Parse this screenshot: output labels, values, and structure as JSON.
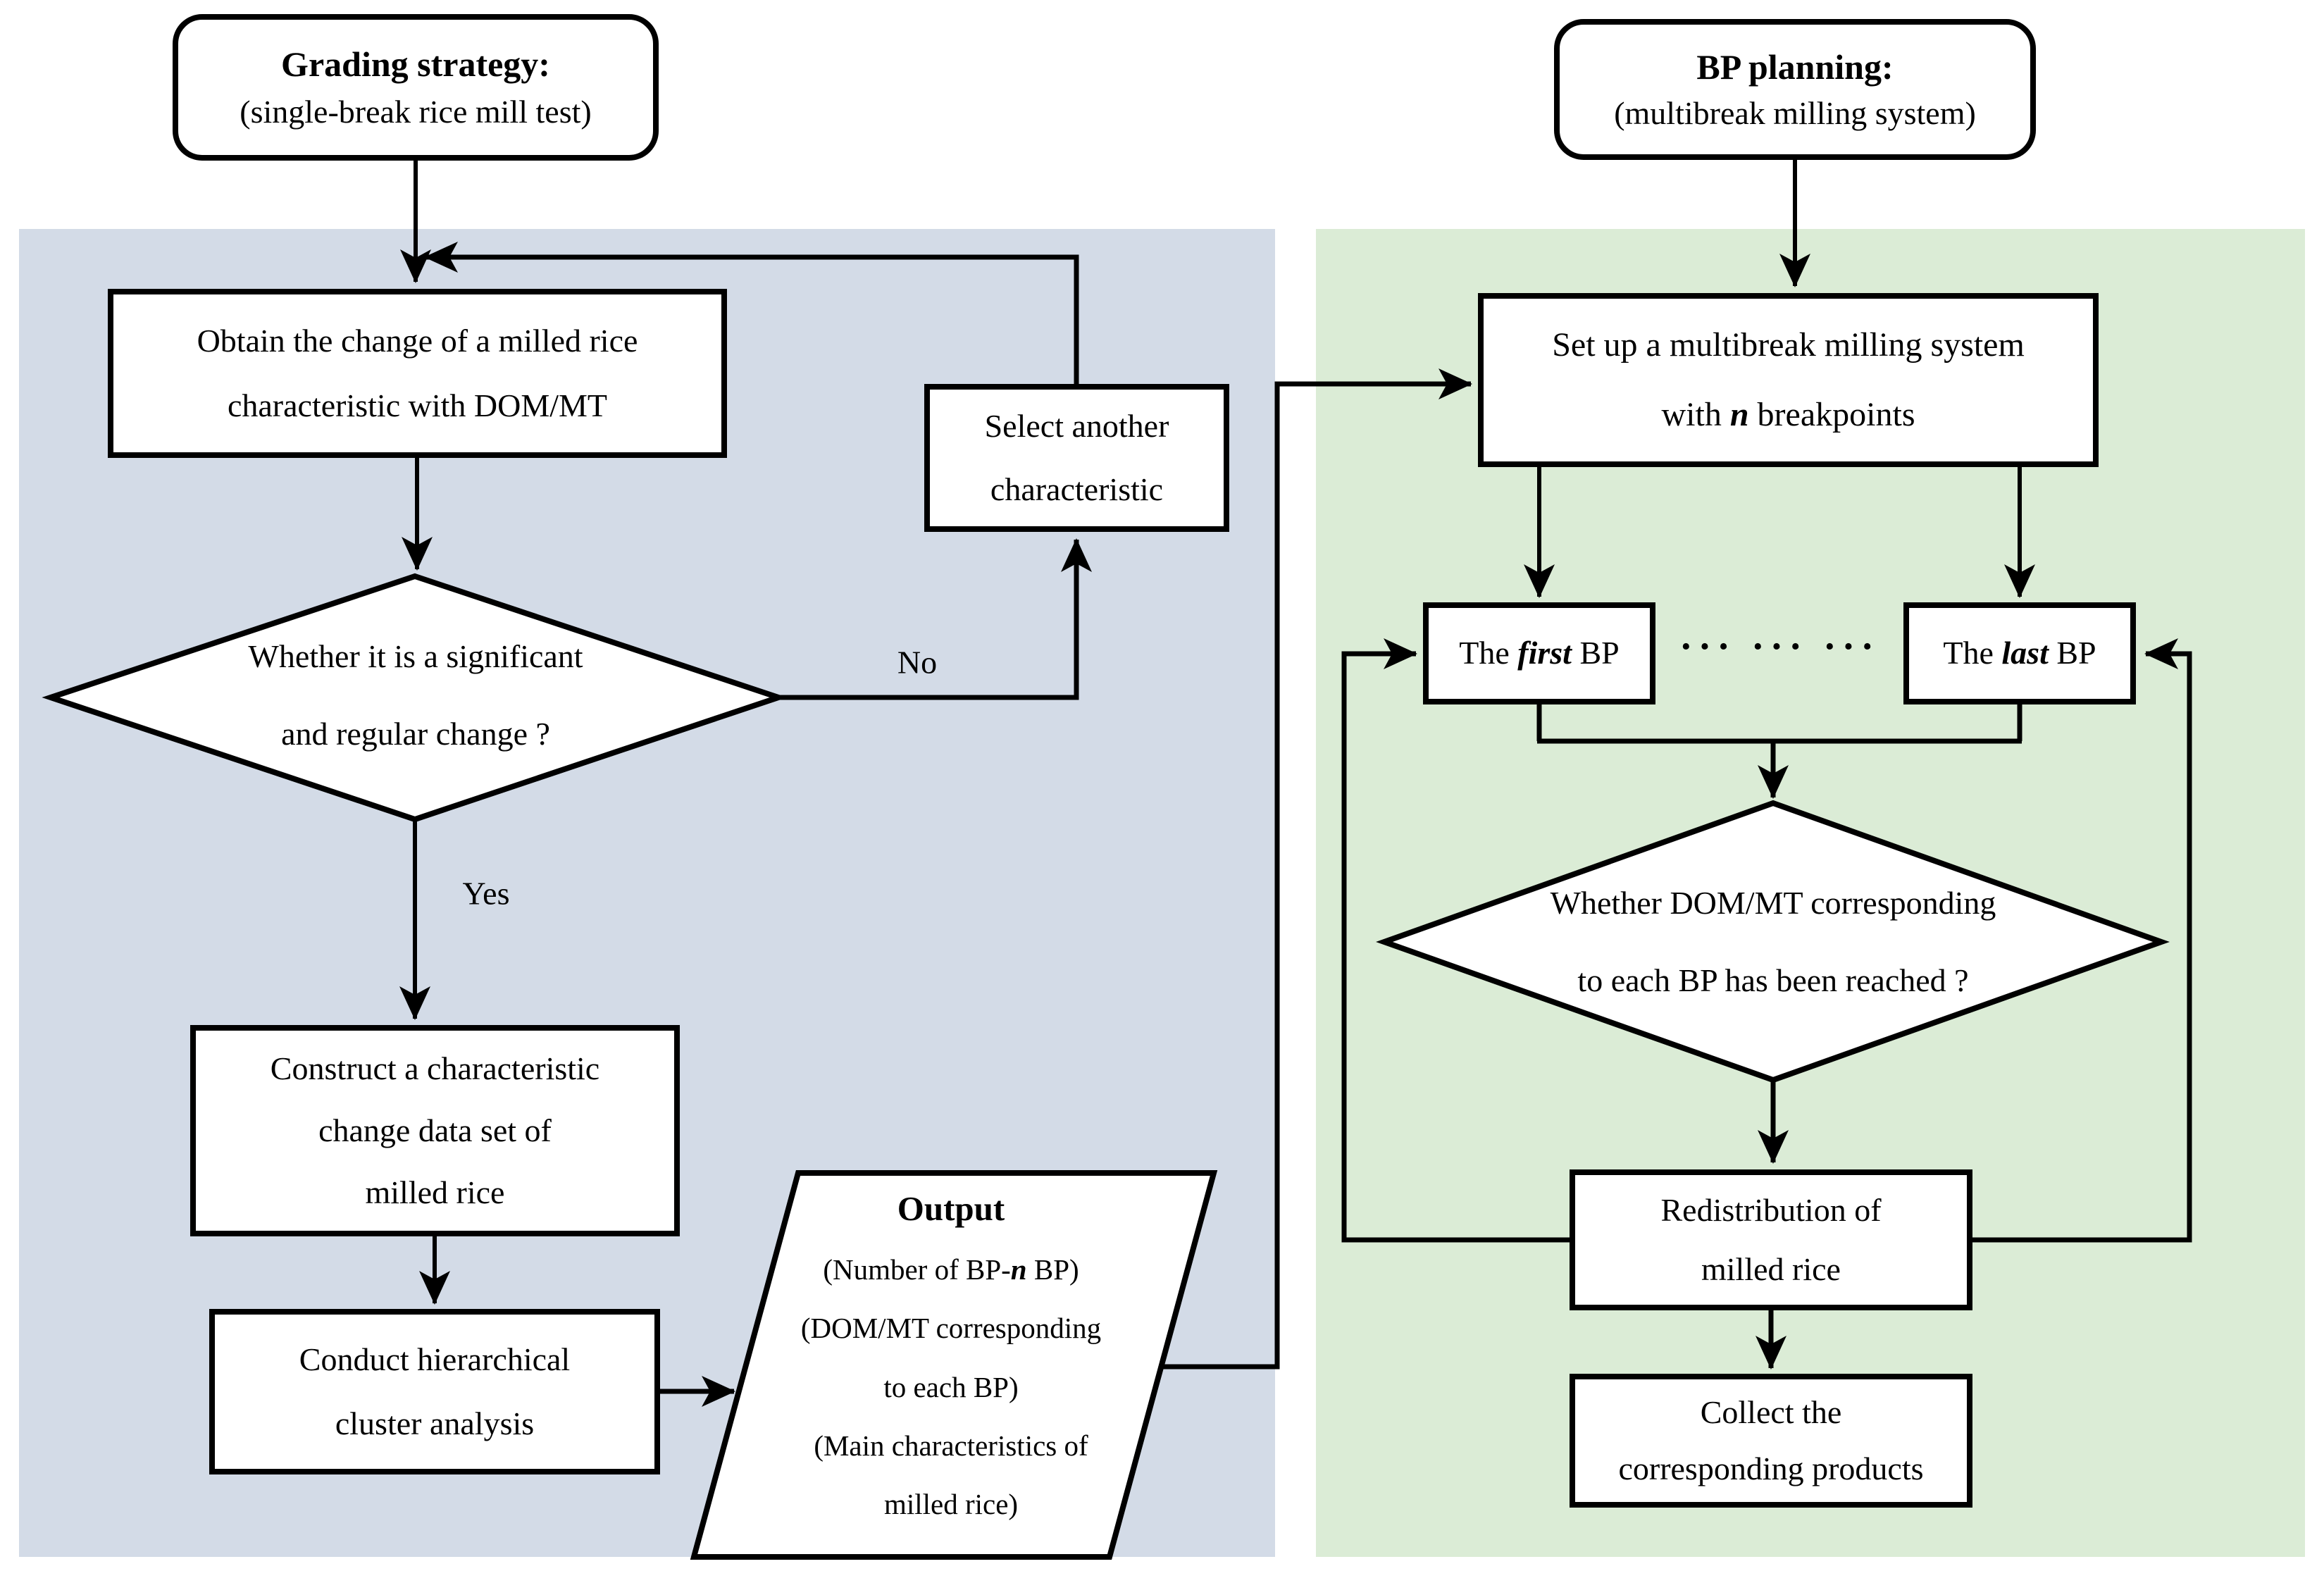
{
  "colors": {
    "panel_left": "#d3dbe7",
    "panel_right": "#dbecd6",
    "shape_fill": "#ffffff",
    "line": "#000000"
  },
  "left_panel": {
    "title": {
      "heading": "Grading strategy:",
      "subheading": "(single-break rice mill test)"
    },
    "obtain_box": {
      "line1": "Obtain the change of a milled rice",
      "line2": "characteristic with DOM/MT"
    },
    "select_box": {
      "line1": "Select another",
      "line2": "characteristic"
    },
    "decision": {
      "line1": "Whether it is a significant",
      "line2": "and regular change ?"
    },
    "no_label": "No",
    "yes_label": "Yes",
    "construct_box": {
      "line1": "Construct a characteristic",
      "line2": "change data set of",
      "line3": "milled rice"
    },
    "cluster_box": {
      "line1": "Conduct hierarchical",
      "line2": "cluster analysis"
    },
    "output": {
      "title": "Output",
      "item1": {
        "pre": "(Number of BP-",
        "em": "n",
        "post": " BP)"
      },
      "item2_line1": "(DOM/MT corresponding",
      "item2_line2": "to each BP)",
      "item3_line1": "(Main characteristics of",
      "item3_line2": "milled rice)"
    }
  },
  "right_panel": {
    "title": {
      "heading": "BP planning:",
      "subheading": "(multibreak milling system)"
    },
    "setup_box": {
      "line1": "Set up a multibreak milling system",
      "line2": {
        "pre": "with ",
        "em": "n",
        "post": " breakpoints"
      }
    },
    "first_bp_box": {
      "pre": "The ",
      "em": "first",
      "post": " BP"
    },
    "dots": "··· ··· ···",
    "last_bp_box": {
      "pre": "The ",
      "em": "last",
      "post": " BP"
    },
    "decision": {
      "line1": "Whether DOM/MT corresponding",
      "line2": "to each BP has been reached ?"
    },
    "redistribution_box": {
      "line1": "Redistribution of",
      "line2": "milled rice"
    },
    "collect_box": {
      "line1": "Collect the",
      "line2": "corresponding products"
    }
  }
}
